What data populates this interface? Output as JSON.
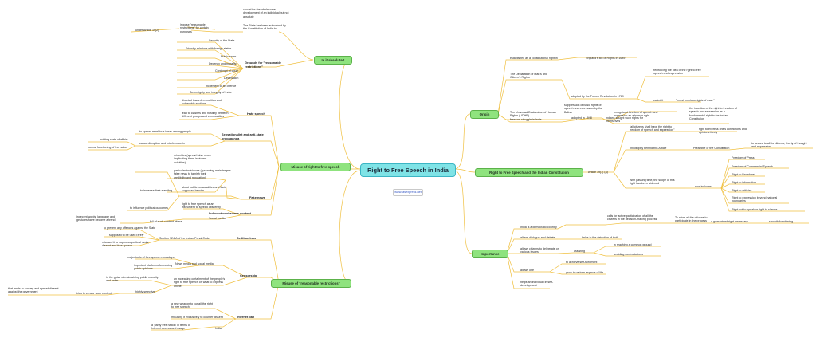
{
  "center": {
    "title": "Right to Free Speech in India"
  },
  "website": "www.iasexpress.net",
  "main": {
    "absolute": "Is it absolute?",
    "misuse": "Misuse of right to free speech",
    "restrictions": "Misuse of \"reasonable restrictions\"",
    "origin": "Origin",
    "constitution": "Right to Free Speech and the Indian Constitution",
    "importance": "Importance"
  },
  "absolute": {
    "crucial": "crucial for the wholesome development of an individual but not absolute",
    "impose": "impose \"reasonable restrictions\" for certain purposes",
    "under": "under Article 19(2)",
    "authorised": "The State has been authorised by the Constitution of India to",
    "grounds": "Grounds for \"reasonable restrictions\"",
    "g1": "Security of the State",
    "g2": "Friendly relations with foreign states",
    "g3": "Public order",
    "g4": "Decency and morality",
    "g5": "Contempt of court",
    "g6": "Defamation",
    "g7": "Incitement to an offence",
    "g8": "Sovereignty and integrity of India"
  },
  "misuse": {
    "hate": "Hate speech",
    "h1": "directed towards minorities and vulnerable sections",
    "h2": "lead to clashes and hostility between different groups and communities",
    "sens": "Sensationalist and anti-state propaganda",
    "s1": "to spread rebellious ideas among people",
    "s2": "cause disruption and interference in",
    "s3": "existing state of affairs",
    "s4": "normal functioning of the nation",
    "fake": "Fake news",
    "main_targets": "main targets",
    "f1": "minorities (spread false news implicating them in violent activities)",
    "f2": "particular individuals (spreading false news to tarnish their credibility and reputation)",
    "f3": "to increase their standing",
    "f4": "about public personalities and their supposed heroics",
    "f5": "to influence political outcomes",
    "indecent": "Indecent or obscene content",
    "i1": "right to free speech as an instrument to spread obscenity",
    "social": "Social media",
    "i2": "full of such content where",
    "i3": "indecent words, language and gestures have become a trend"
  },
  "restr": {
    "sedition": "Sedition Law",
    "sed1": "Section 124-A of the Indian Penal Code",
    "sed2": "to prevent any offences against the State",
    "sed3": "supposed to be used rarely",
    "sed4": "misused it to suppress political rivals, dissent and free speech",
    "censorship": "Censorship",
    "c1": "News media and social media",
    "c2": "major tools of free speech nowadays",
    "c3": "important platforms for voicing public opinions",
    "c4": "an increasing curtailment of the people's right to free speech on what to express online",
    "c5": "in the guise of maintaining public morality and order",
    "c6": "highly selective",
    "c7": "tries to censor such content",
    "c8": "that tends to convey and spread dissent against the government",
    "ban": "Internet ban",
    "b1": "a new weapon to curtail the right to free speech",
    "b2": "misusing it exclusively to counter dissent",
    "b3": "India",
    "b4": "a 'partly free nation' in terms of Internet access and usage"
  },
  "origin": {
    "o1": "established as a constitutional right in",
    "o2": "England's Bill of Rights in 1689",
    "o3": "The Declaration of Man's and Citizen's Rights",
    "o4": "adopted by the French Revolution in 1789",
    "o5": "reinforcing the idea of the right to free speech and expression",
    "o6": "called it",
    "o7": "\" most precious rights of man \"",
    "o8": "The Universal Declaration of Human Rights (UDHR)",
    "o9": "adopted in 1948",
    "o10": "recognised freedom of speech and expression as a human right",
    "o11": "freedom struggle in India",
    "o12": "suppression of basic rights of speech and expression by the British",
    "o13": "Indians sought such rights for themselves",
    "o14": "the insertion of the right to freedom of speech and expression as a fundamental right in the Indian Constitution"
  },
  "constitution": {
    "art": "Article 19(1) (a)",
    "k1": "\"all citizens shall have the right to freedom of speech and expression\"",
    "k2": "right to express one's convictions and opinions freely",
    "k3": "philosophy behind this Article",
    "k4": "Preamble of the Constitution",
    "k5": "to secure to all its citizens, liberty of thought and expression",
    "k6": "With passing time, the scope of this right has been widened",
    "k7": "now includes",
    "items": [
      "Freedom of Press",
      "Freedom of Commercial Speech",
      "Right to Broadcast",
      "Right to information",
      "Right to criticize",
      "Right to expression beyond national boundaries",
      "Right not to speak or right to silence"
    ]
  },
  "importance": {
    "m1": "India is a democratic country",
    "m2": "calls for active participation of all the citizens in the decision-making process",
    "m3": "To allow all the citizens to participate in the process",
    "m4": "a guaranteed right  necessary",
    "m5": "smooth functioning",
    "m6": "allows dialogue and debate",
    "m7": "helps in the detection of truth",
    "m8": "allows citizens to deliberate on various issues",
    "m9": "assisting",
    "m10": "in reaching a common ground",
    "m11": "avoiding confrontations",
    "m12": "allows one",
    "m13": "to achieve self-fulfillment",
    "m14": "grow in various aspects of life",
    "m15": "helps an individual in self-development"
  }
}
